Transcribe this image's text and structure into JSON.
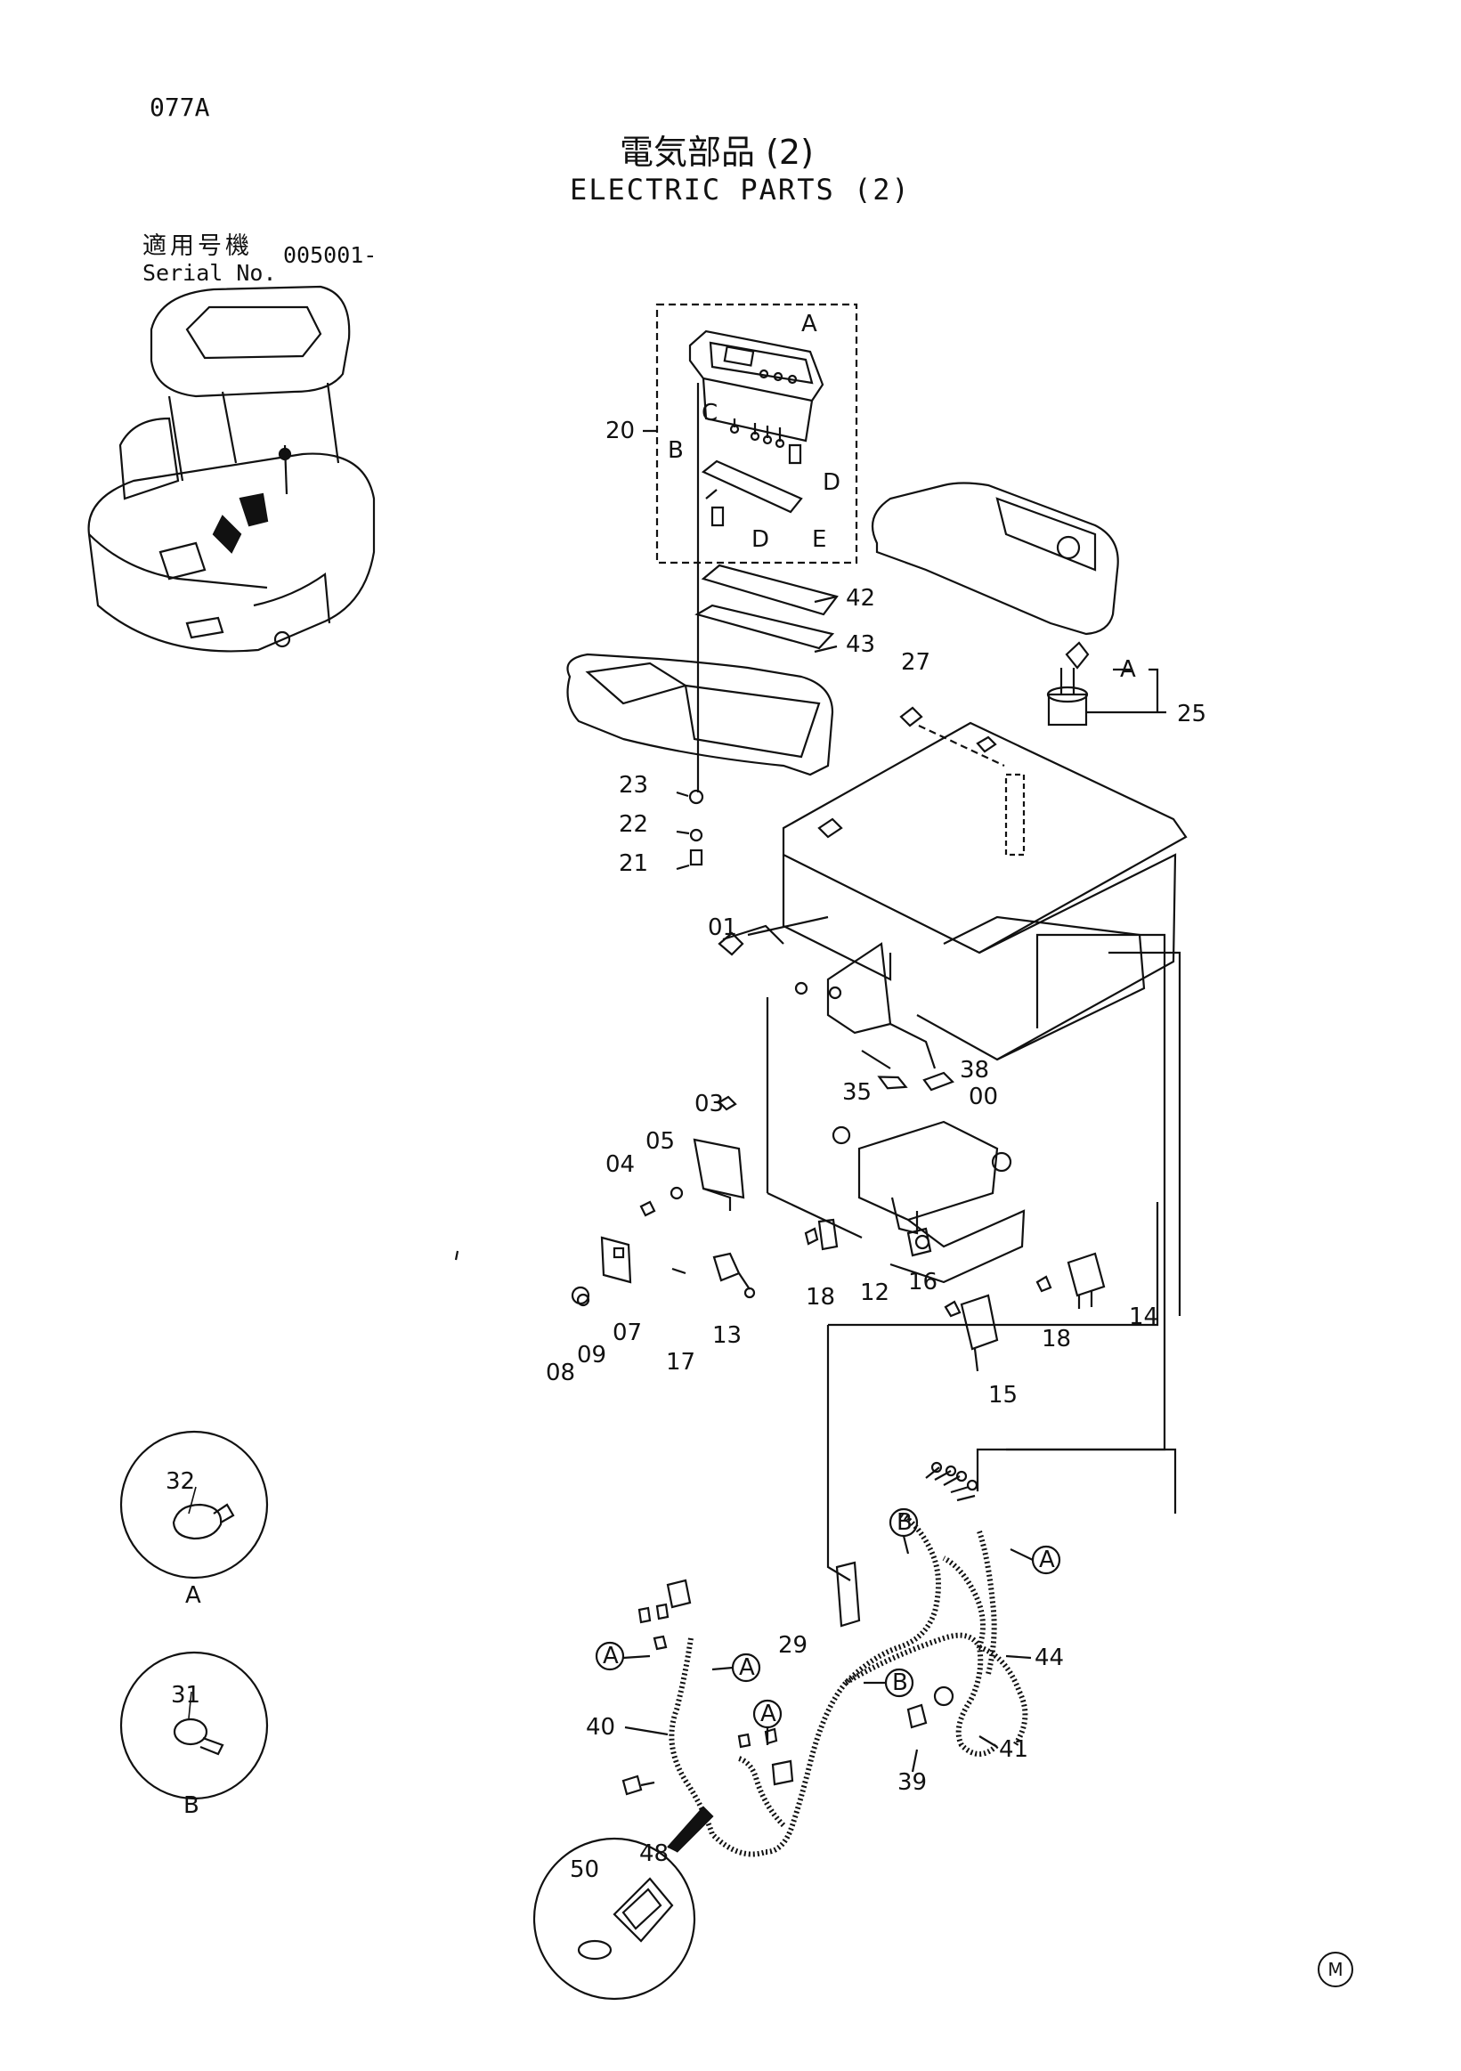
{
  "header": {
    "page_code": "077A",
    "title_jp": "電気部品 (2)",
    "title_en": "ELECTRIC PARTS (2)",
    "serial_label_jp": "適用号機",
    "serial_label_en": "Serial No.",
    "serial_value": "005001-"
  },
  "detail_circles": [
    {
      "part": "32",
      "ref": "A"
    },
    {
      "part": "31",
      "ref": "B"
    },
    {
      "part1": "50",
      "part2": "48"
    }
  ],
  "callouts": {
    "monitor": [
      "A",
      "C",
      "B",
      "D",
      "D",
      "E",
      "20"
    ],
    "cover": [
      "42",
      "43",
      "27",
      "23",
      "22",
      "21",
      "25",
      "A"
    ],
    "bracket": [
      "01",
      "38",
      "35",
      "00",
      "03",
      "04",
      "05",
      "07",
      "08",
      "09",
      "17",
      "13",
      "18",
      "12",
      "16",
      "15",
      "18",
      "14"
    ],
    "harness": [
      "29",
      "40",
      "44",
      "41",
      "39",
      "A",
      "A",
      "A",
      "A",
      "B",
      "B"
    ]
  },
  "footer": {
    "mark": "M"
  }
}
